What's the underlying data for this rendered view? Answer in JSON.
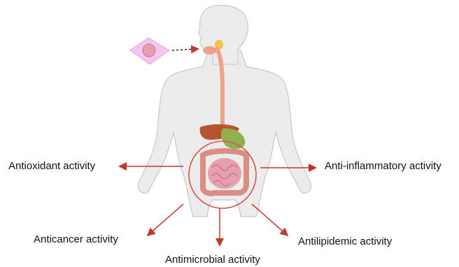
{
  "labels": {
    "antioxidant": "Antioxidant  activity",
    "anti_inflammatory": "Anti-inflammatory activity",
    "anticancer": "Anticancer activity",
    "antilipidemic": "Antilipidemic activity",
    "antimicrobial": "Antimicrobial activity"
  },
  "colors": {
    "arrow": "#c0392b",
    "body_fill": "#ececec",
    "body_stroke": "#c8c8c8",
    "food_card": "#f4c6ef",
    "esophagus": "#f0a18a",
    "liver": "#b5542f",
    "stomach": "#8fb04e",
    "intestine": "#e7a0b0",
    "colon": "#d98f86",
    "focus_circle": "#d9534f"
  }
}
